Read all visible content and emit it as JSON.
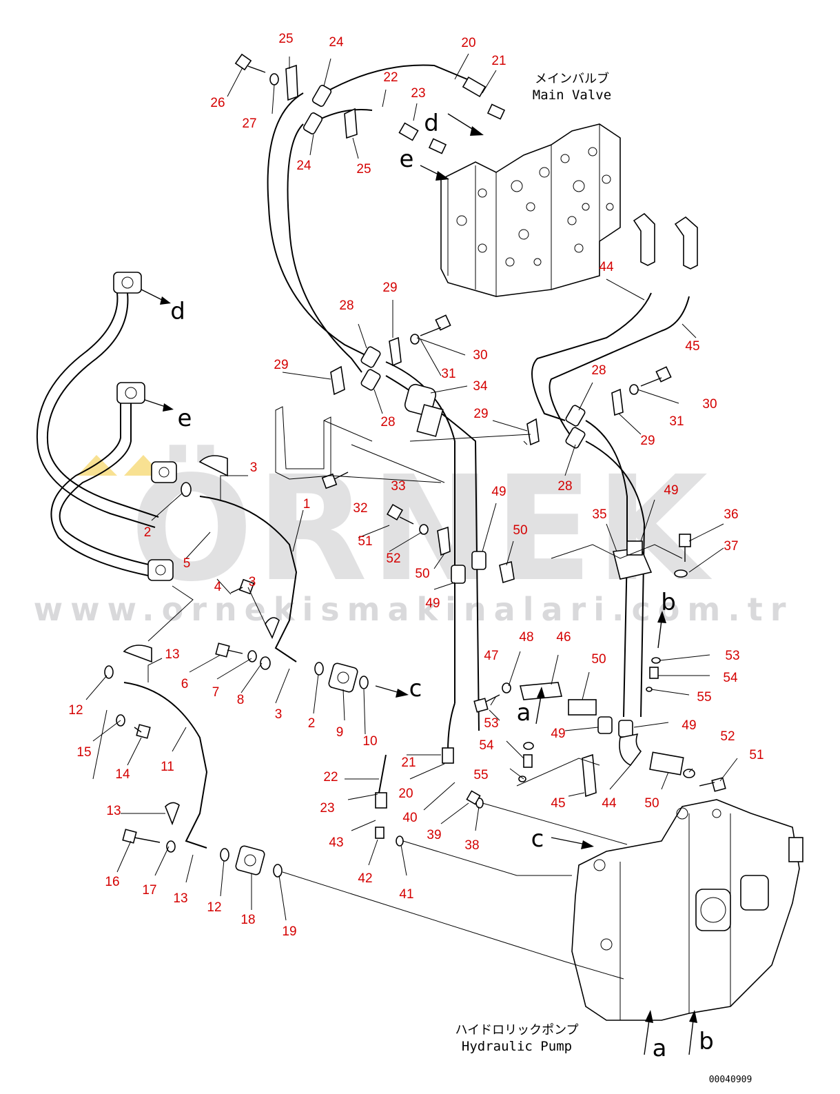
{
  "labels": {
    "main_valve_jp": "メインバルブ",
    "main_valve_en": "Main Valve",
    "hydraulic_pump_jp": "ハイドロリックポンプ",
    "hydraulic_pump_en": "Hydraulic Pump",
    "drawing_code": "00040909"
  },
  "watermark": {
    "brand": "ÖRNEK",
    "url": "www.ornekismakinalari.com.tr",
    "color": "#c9c9cc",
    "accent": "#f5d76e"
  },
  "colors": {
    "callout": "#d40000",
    "line": "#000000"
  },
  "callouts": [
    "25",
    "24",
    "20",
    "21",
    "26",
    "27",
    "22",
    "23",
    "24",
    "25",
    "28",
    "29",
    "30",
    "31",
    "29",
    "28",
    "34",
    "32",
    "33",
    "29",
    "28",
    "30",
    "31",
    "29",
    "28",
    "44",
    "45",
    "49",
    "35",
    "36",
    "37",
    "49",
    "50",
    "51",
    "52",
    "50",
    "49",
    "3",
    "1",
    "2",
    "5",
    "4",
    "3",
    "13",
    "12",
    "6",
    "7",
    "8",
    "3",
    "2",
    "9",
    "10",
    "15",
    "14",
    "11",
    "13",
    "16",
    "17",
    "13",
    "12",
    "18",
    "19",
    "47",
    "48",
    "46",
    "50",
    "53",
    "54",
    "55",
    "49",
    "49",
    "53",
    "54",
    "55",
    "52",
    "51",
    "22",
    "23",
    "21",
    "20",
    "40",
    "39",
    "43",
    "42",
    "41",
    "38",
    "45",
    "44",
    "50"
  ],
  "arrow_letters": [
    "d",
    "e",
    "d",
    "e",
    "c",
    "c",
    "a",
    "b",
    "a",
    "b"
  ]
}
